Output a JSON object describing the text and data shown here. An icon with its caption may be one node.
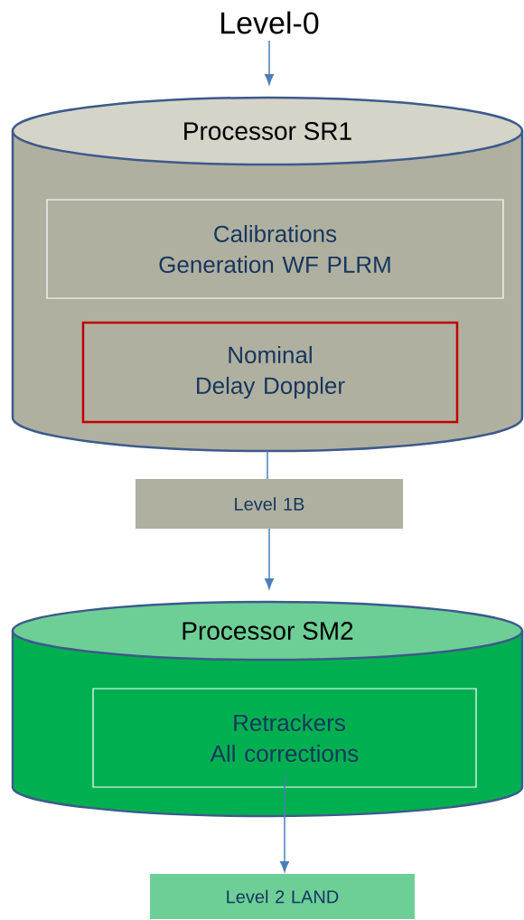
{
  "diagram": {
    "nodes": [
      {
        "text": [
          "Level-0"
        ]
      },
      {
        "text": [
          "Processor SR1"
        ]
      },
      {
        "text": [
          "Calibrations Generation WF PLRM"
        ],
        "in": 1
      },
      {
        "text": [
          "Nominal Delay Doppler"
        ],
        "in": 1
      },
      {
        "text": [
          "Level 1B"
        ]
      },
      {
        "text": [
          "Processor SM2"
        ]
      },
      {
        "text": [
          "Retrackers All corrections"
        ],
        "in": 5
      },
      {
        "text": [
          "Level 2 LAND"
        ]
      }
    ],
    "edges": [
      {
        "from": 0,
        "to": 1,
        "arrow": "to"
      },
      {
        "from": 1,
        "to": 4,
        "arrow": "none"
      },
      {
        "from": 4,
        "to": 5,
        "arrow": "to"
      },
      {
        "from": 6,
        "to": 7,
        "arrow": "to"
      }
    ]
  }
}
